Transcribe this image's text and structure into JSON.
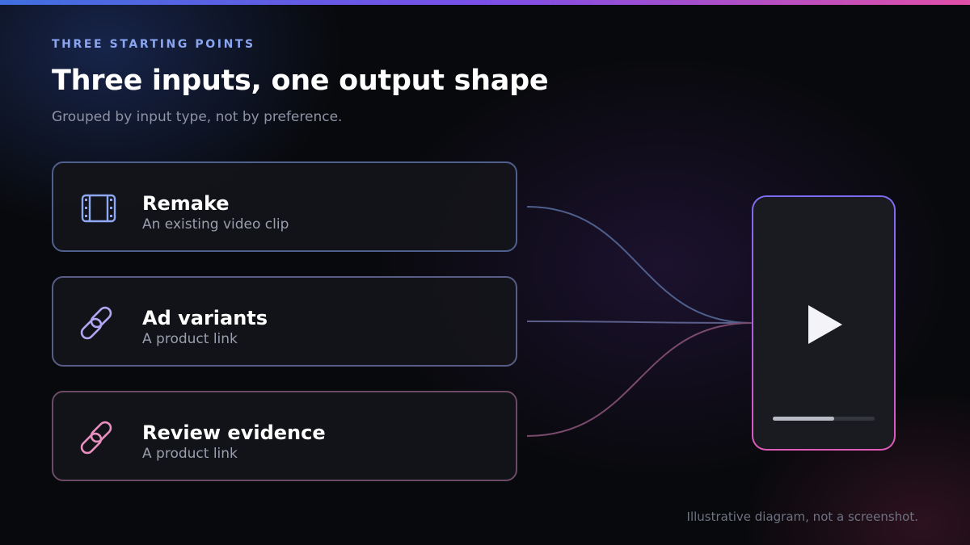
{
  "header": {
    "eyebrow": "THREE STARTING POINTS",
    "title": "Three inputs, one output shape",
    "subtitle": "Grouped by input type, not by preference."
  },
  "inputs": [
    {
      "title": "Remake",
      "subtitle": "An existing video clip",
      "icon": "film-icon",
      "color": "#8fa8f5"
    },
    {
      "title": "Ad variants",
      "subtitle": "A product link",
      "icon": "link-icon",
      "color": "#b2a6f2"
    },
    {
      "title": "Review evidence",
      "subtitle": "A product link",
      "icon": "link-icon",
      "color": "#e98fbf"
    }
  ],
  "output": {
    "icon": "play-icon",
    "progress": 0.6
  },
  "footnote": "Illustrative diagram, not a screenshot.",
  "colors": {
    "accent_blue": "#3f6fe0",
    "accent_purple": "#7a4fe8",
    "accent_pink": "#e04fa8",
    "background": "#08090c"
  }
}
